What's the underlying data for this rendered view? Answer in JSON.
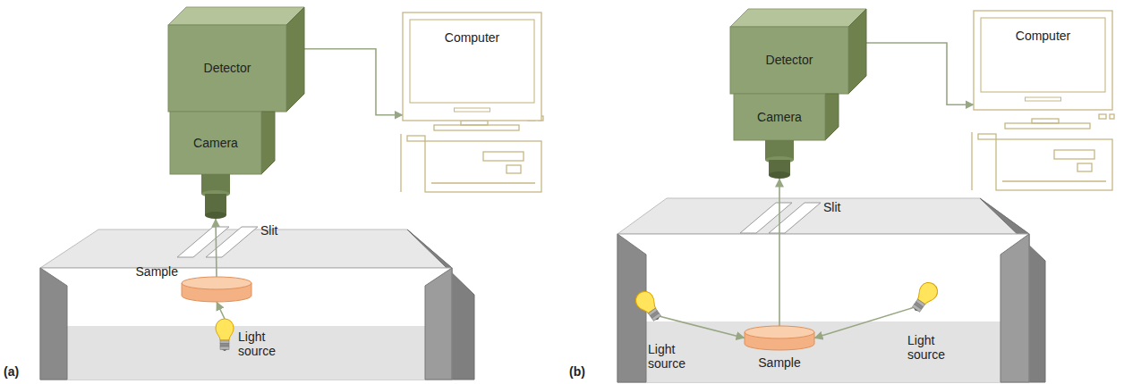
{
  "diagram": {
    "nodes": [
      {
        "text": [
          "Detector"
        ]
      },
      {
        "text": [
          "Camera"
        ]
      },
      {
        "text": [
          "Computer"
        ]
      },
      {
        "text": [
          "Sample"
        ]
      },
      {
        "text": [
          "Light source"
        ]
      },
      {
        "text": [
          "Detector"
        ]
      },
      {
        "text": [
          "Camera"
        ]
      },
      {
        "text": [
          "Computer"
        ]
      },
      {
        "text": [
          "Light source"
        ]
      },
      {
        "text": [
          "Sample"
        ]
      },
      {
        "text": [
          "Light source"
        ]
      }
    ],
    "edges": [
      {
        "from": 0,
        "to": 2,
        "arrow": "to"
      },
      {
        "from": 4,
        "to": 3,
        "arrow": "to"
      },
      {
        "from": 3,
        "to": 1,
        "arrow": "to"
      },
      {
        "from": 5,
        "to": 7,
        "arrow": "to"
      },
      {
        "from": 8,
        "to": 9,
        "arrow": "to"
      },
      {
        "from": 10,
        "to": 9,
        "arrow": "to"
      },
      {
        "from": 9,
        "to": 6,
        "arrow": "to"
      }
    ],
    "labels": [
      "Slit",
      "(a)",
      "Slit",
      "(b)"
    ]
  }
}
